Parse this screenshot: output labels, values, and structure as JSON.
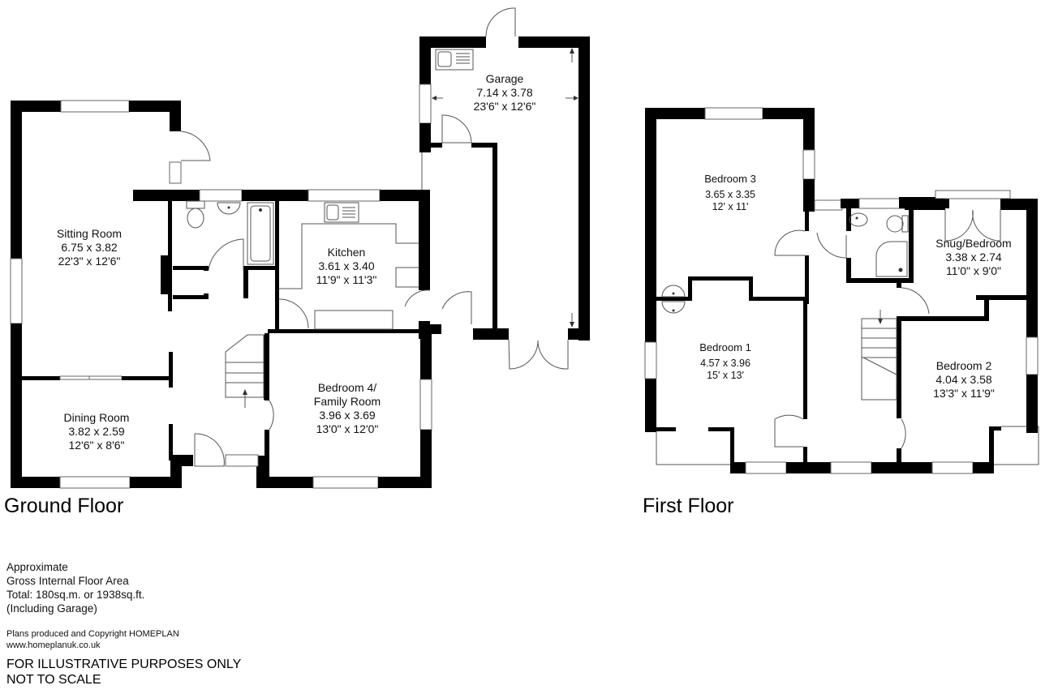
{
  "floors": {
    "ground": {
      "title": "Ground Floor",
      "rooms": [
        {
          "name": "Sitting Room",
          "metric": "6.75 x 3.82",
          "imperial": "22'3\" x 12'6\""
        },
        {
          "name": "Dining Room",
          "metric": "3.82 x 2.59",
          "imperial": "12'6\" x 8'6\""
        },
        {
          "name": "Kitchen",
          "metric": "3.61 x 3.40",
          "imperial": "11'9\" x 11'3\""
        },
        {
          "name_line1": "Bedroom 4/",
          "name_line2": "Family Room",
          "metric": "3.96 x 3.69",
          "imperial": "13'0\" x 12'0\""
        },
        {
          "name": "Garage",
          "metric": "7.14 x 3.78",
          "imperial": "23'6\" x 12'6\""
        }
      ]
    },
    "first": {
      "title": "First Floor",
      "rooms": [
        {
          "name": "Bedroom 3",
          "metric": "3.65 x 3.35",
          "imperial": "12' x 11'"
        },
        {
          "name": "Bedroom 1",
          "metric": "4.57 x 3.96",
          "imperial": "15' x 13'"
        },
        {
          "name": "Snug/Bedroom",
          "metric": "3.38 x 2.74",
          "imperial": "11'0\" x 9'0\""
        },
        {
          "name": "Bedroom 2",
          "metric": "4.04 x 3.58",
          "imperial": "13'3\" x 11'9\""
        }
      ]
    }
  },
  "area_notes": {
    "line1": "Approximate",
    "line2": "Gross Internal Floor Area",
    "line3": "Total: 180sq.m. or 1938sq.ft.",
    "line4": "(Including Garage)"
  },
  "copyright": {
    "line1": "Plans produced and Copyright HOMEPLAN",
    "line2": "www.homeplanuk.co.uk"
  },
  "disclaimer": {
    "line1": "FOR ILLUSTRATIVE PURPOSES ONLY",
    "line2": "NOT TO SCALE"
  },
  "colors": {
    "wall": "#000000",
    "background": "#ffffff",
    "fixture_line": "#555555"
  }
}
